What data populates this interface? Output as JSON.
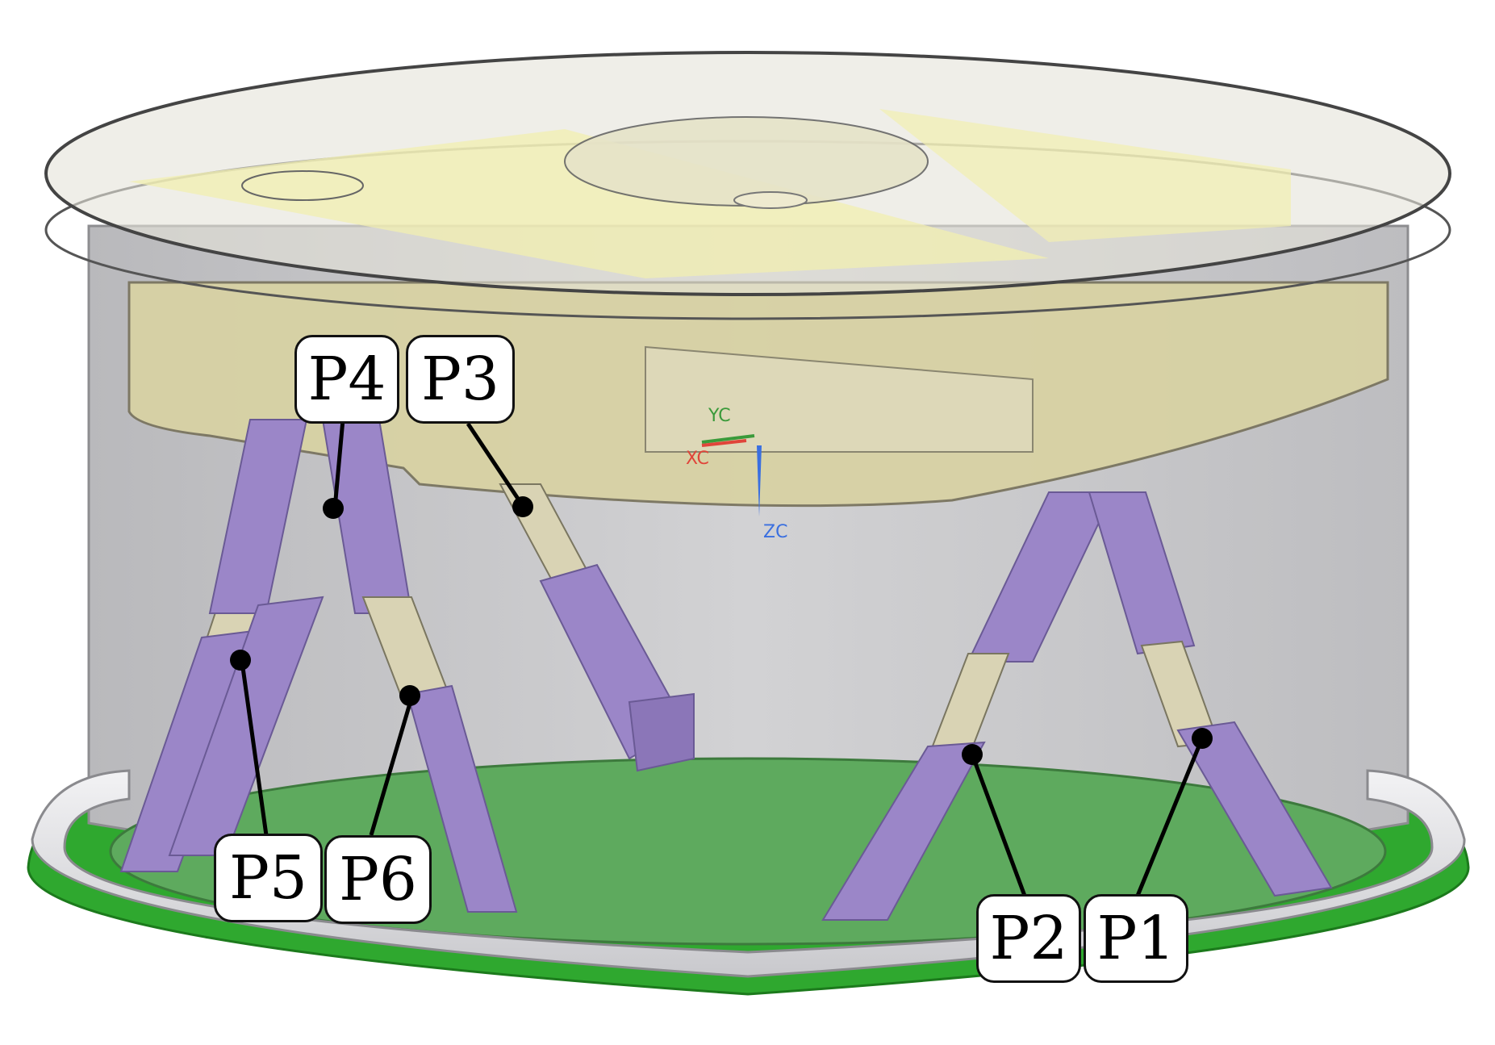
{
  "callouts": [
    {
      "id": "P4",
      "label": "P4"
    },
    {
      "id": "P3",
      "label": "P3"
    },
    {
      "id": "P5",
      "label": "P5"
    },
    {
      "id": "P6",
      "label": "P6"
    },
    {
      "id": "P2",
      "label": "P2"
    },
    {
      "id": "P1",
      "label": "P1"
    }
  ],
  "axes": {
    "x": "XC",
    "y": "YC",
    "z": "ZC"
  },
  "colors": {
    "legs": "#9b86c8",
    "rods": "#d9d3b4",
    "top_platform": "#d8d2a4",
    "base_plate": "#5eaa5e",
    "base_ring": "#2fa82f",
    "housing": "#c9c9cb",
    "axis_x": "#e0453a",
    "axis_y": "#3a9a3a",
    "axis_z": "#3a6fe0"
  }
}
